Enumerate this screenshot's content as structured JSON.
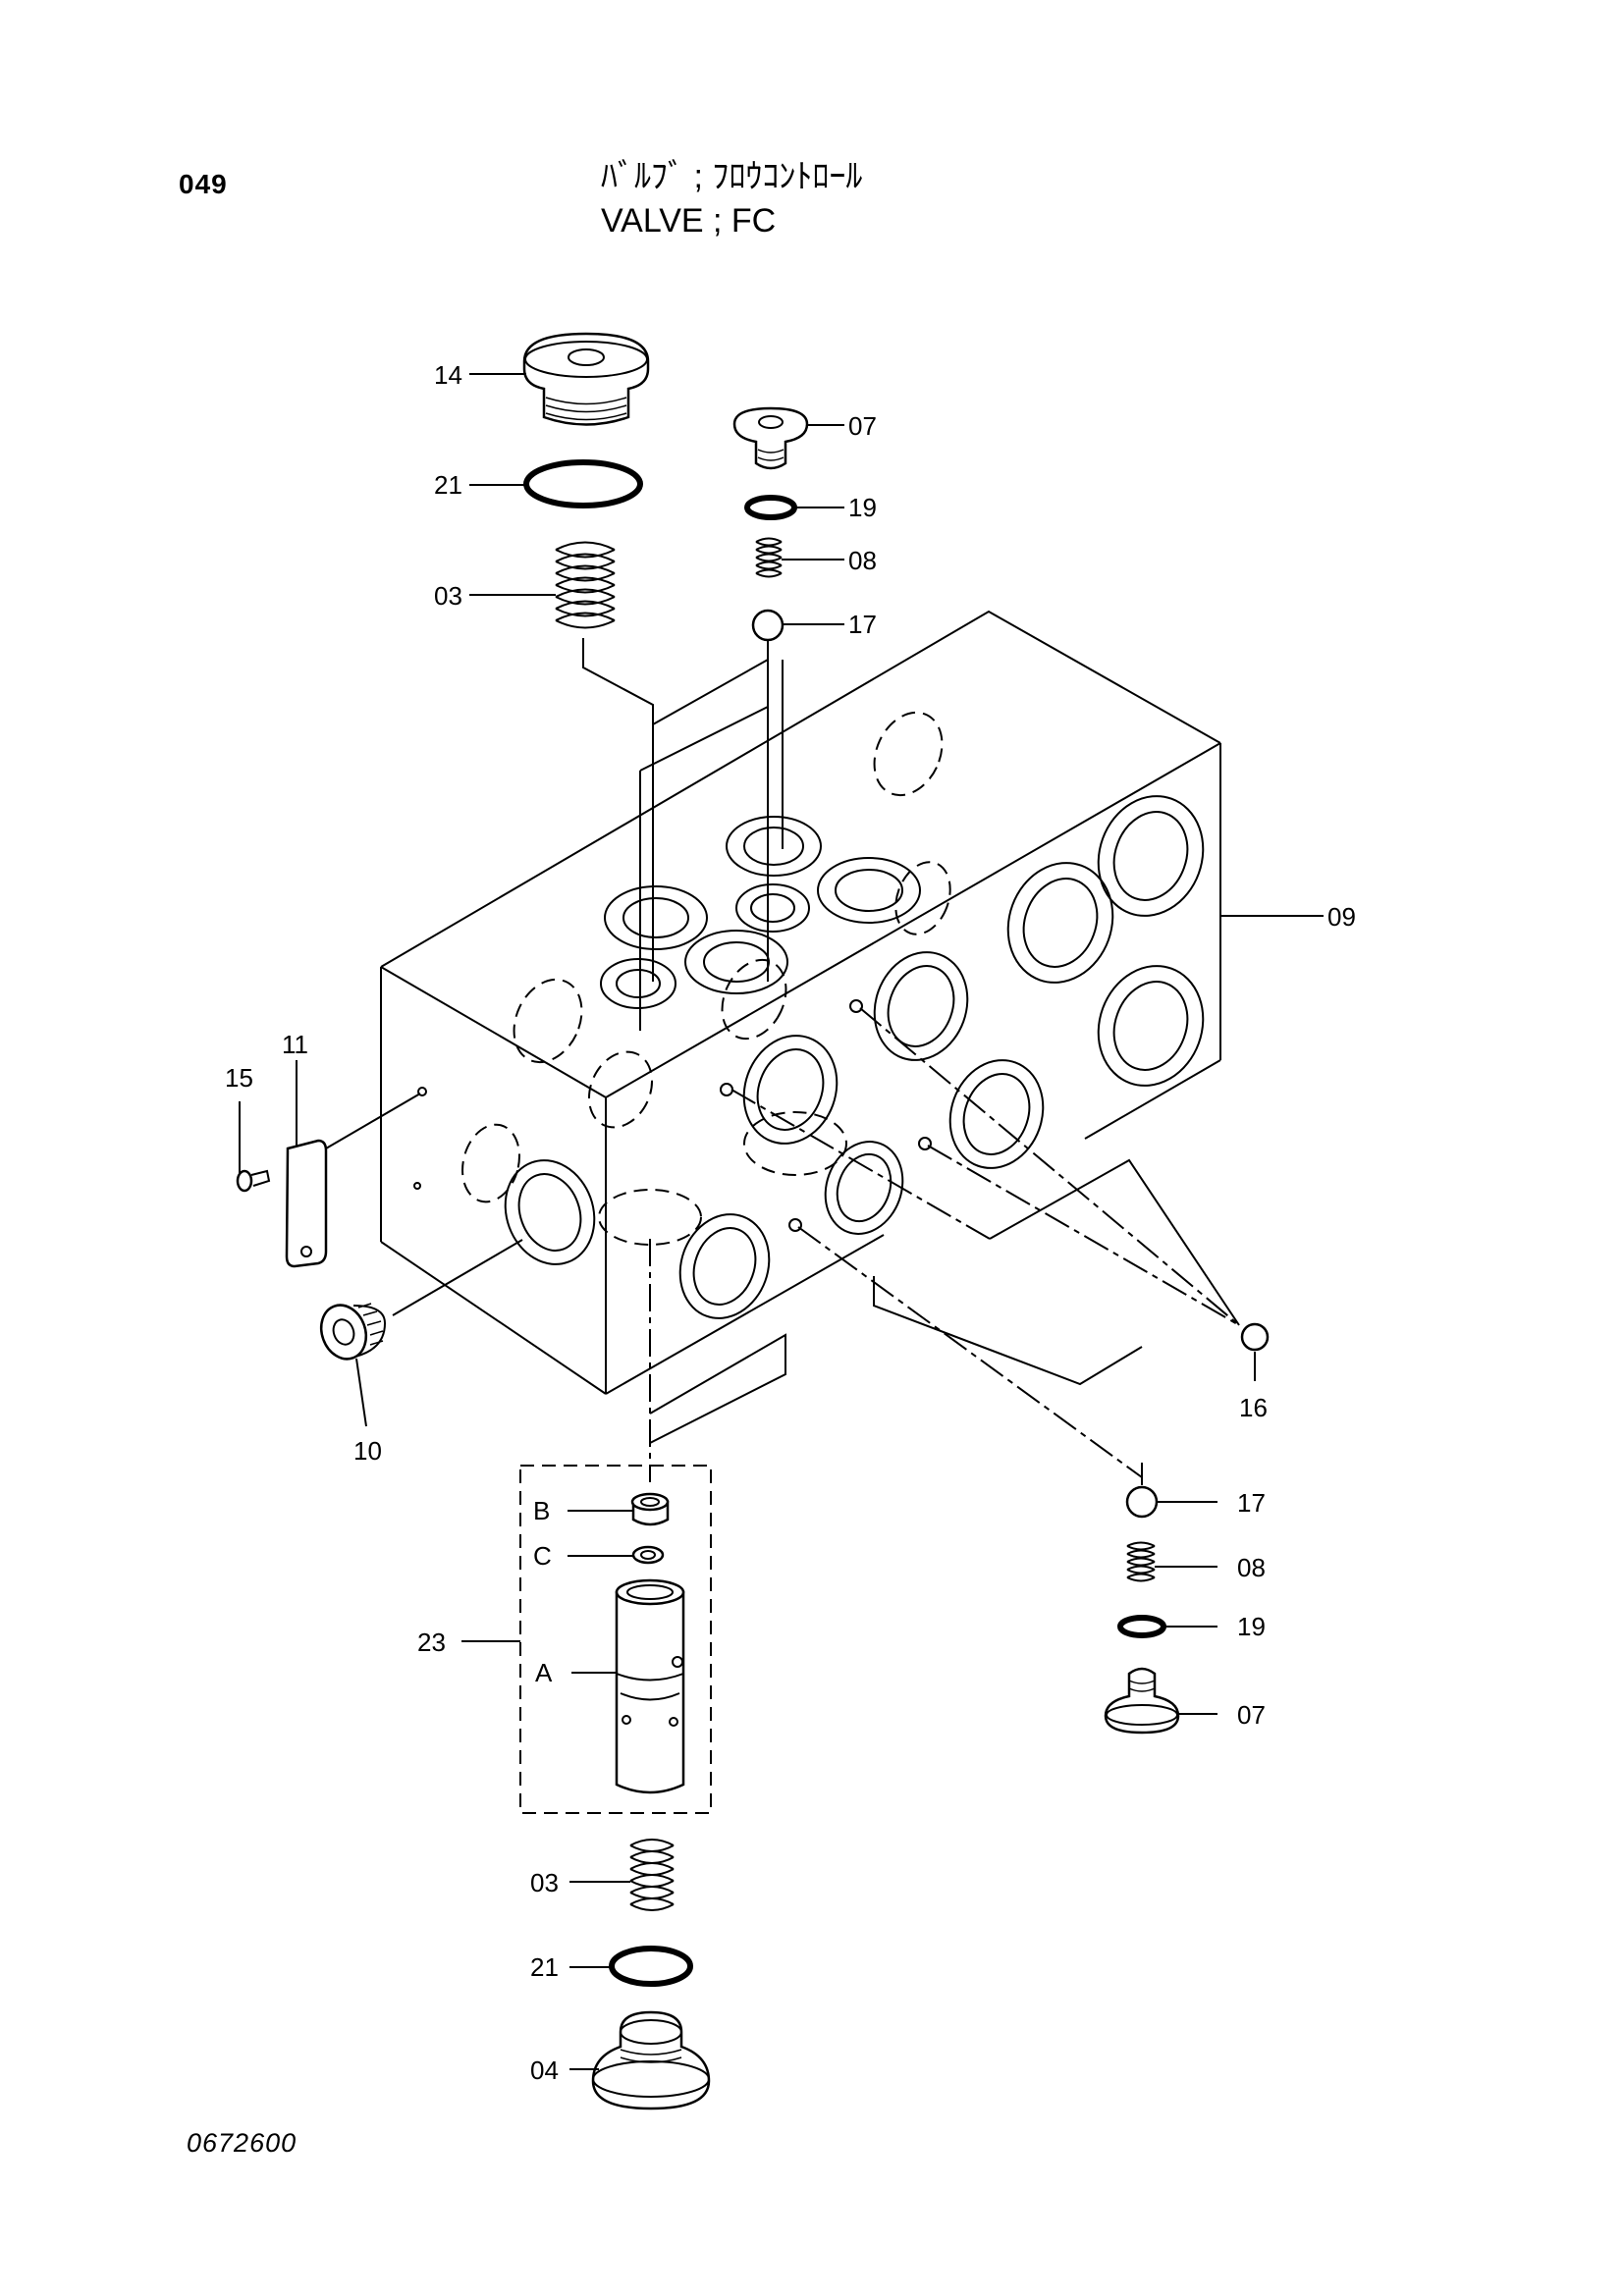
{
  "header": {
    "page_number": "049",
    "title_ja": "ﾊﾞﾙﾌﾞ ; ﾌﾛｳｺﾝﾄﾛｰﾙ",
    "title_en": "VALVE ; FC"
  },
  "footer": {
    "doc_code": "0672600"
  },
  "callouts": {
    "p14": "14",
    "p21_top": "21",
    "p03_top": "03",
    "p07_top": "07",
    "p19_top": "19",
    "p08_top": "08",
    "p17_top": "17",
    "p09": "09",
    "p11": "11",
    "p15": "15",
    "p10": "10",
    "p16": "16",
    "p17_bot": "17",
    "p08_bot": "08",
    "p19_bot": "19",
    "p07_bot": "07",
    "p23": "23",
    "pB": "B",
    "pC": "C",
    "pA": "A",
    "p03_bot": "03",
    "p21_bot": "21",
    "p04": "04"
  }
}
